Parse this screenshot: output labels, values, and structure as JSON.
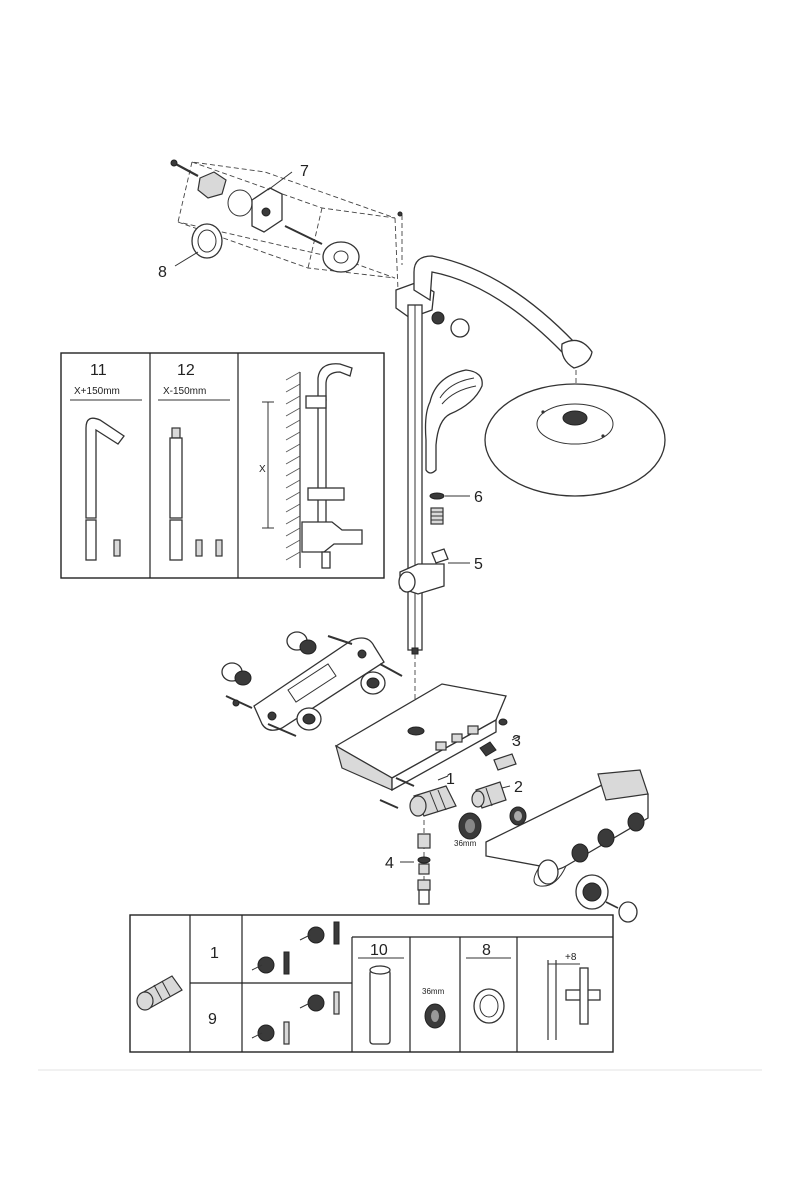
{
  "callouts": {
    "c1": "1",
    "c2": "2",
    "c3": "3",
    "c4": "4",
    "c5": "5",
    "c6": "6",
    "c7": "7",
    "c8": "8"
  },
  "size_label": "36mm",
  "inset": {
    "opt11": {
      "number": "11",
      "dimension": "X+150mm"
    },
    "opt12": {
      "number": "12",
      "dimension": "X-150mm"
    },
    "x_label": "X"
  },
  "bottom_table": {
    "row1_number": "1",
    "row9_number": "9",
    "col10_number": "10",
    "col10_size": "36mm",
    "col8_number": "8",
    "offset_label": "+8"
  }
}
